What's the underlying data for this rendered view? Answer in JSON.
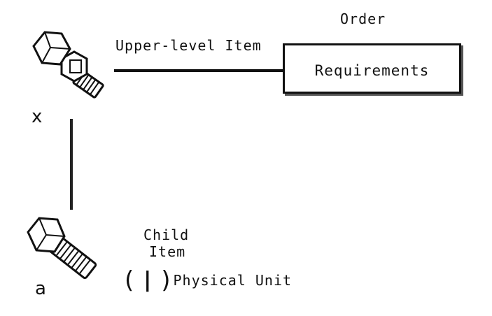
{
  "order_label": "Order",
  "requirements_label": "Requirements",
  "upper_level_label": "Upper-level Item",
  "child_item_label_line1": "Child",
  "child_item_label_line2": "Item",
  "physical_unit_label": "Physical Unit",
  "unit_paren_open": "(",
  "unit_paren_close": ")",
  "unit_symbol": "|",
  "item_x_label": "x",
  "item_a_label": "a",
  "icons": {
    "upper_item": "bolt-and-nut-icon",
    "child_item": "bolt-icon"
  }
}
